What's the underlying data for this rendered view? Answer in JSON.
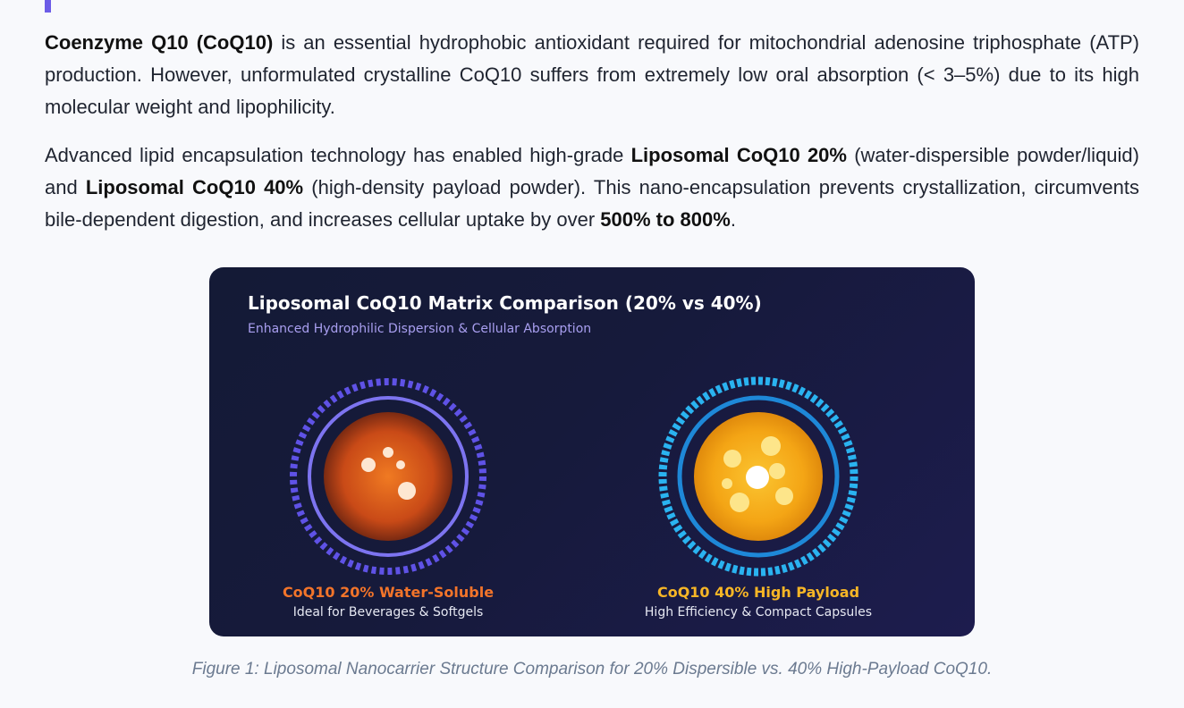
{
  "intro": {
    "p1": {
      "bold_term": "Coenzyme Q10 (CoQ10)",
      "text": " is an essential hydrophobic antioxidant required for mitochondrial adenosine triphosphate (ATP) production. However, unformulated crystalline CoQ10 suffers from extremely low oral absorption (< 3–5%) due to its high molecular weight and lipophilicity."
    },
    "p2": {
      "t1": "Advanced lipid encapsulation technology has enabled high-grade ",
      "b1": "Liposomal CoQ10 20%",
      "t2": " (water-dispersible powder/liquid) and ",
      "b2": "Liposomal CoQ10 40%",
      "t3": " (high-density payload powder). This nano-encapsulation prevents crystallization, circumvents bile-dependent digestion, and increases cellular uptake by over ",
      "b3": "500% to 800%",
      "t4": "."
    }
  },
  "figure": {
    "title": "Liposomal CoQ10 Matrix Comparison (20% vs 40%)",
    "subtitle": "Enhanced Hydrophilic Dispersion & Cellular Absorption",
    "left": {
      "label": "CoQ10 20% Water-Soluble",
      "sublabel": "Ideal for Beverages & Softgels"
    },
    "right": {
      "label": "CoQ10 40% High Payload",
      "sublabel": "High Efficiency & Compact Capsules"
    },
    "caption": "Figure 1: Liposomal Nanocarrier Structure Comparison for 20% Dispersible vs. 40% High-Payload CoQ10."
  },
  "colors": {
    "accent": "#6c5ce7",
    "label_20": "#f2742a",
    "label_40": "#f7b626",
    "ring_20": "#6c63f0",
    "ring_40": "#2ab3f0"
  }
}
